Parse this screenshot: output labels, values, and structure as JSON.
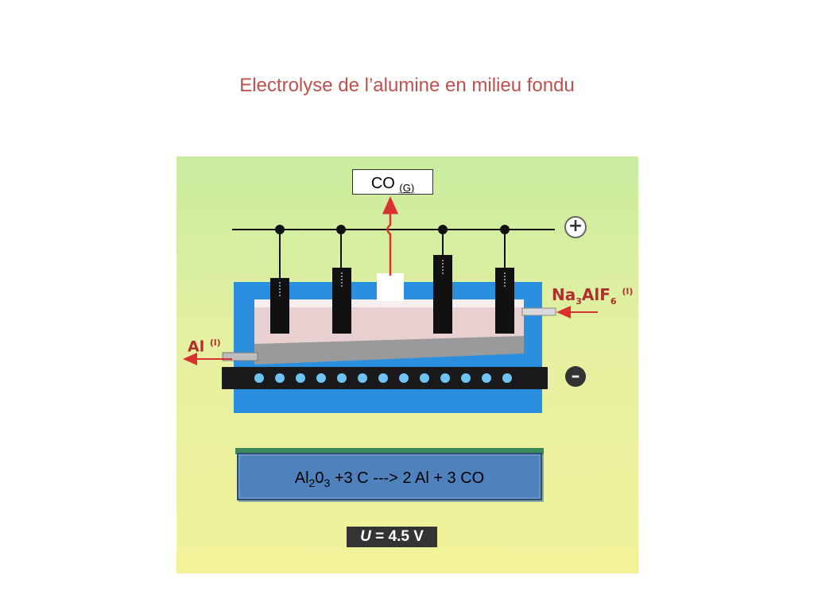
{
  "title": "Electrolyse de l’alumine en milieu fondu",
  "diagram": {
    "gas_label": "CO",
    "gas_state": "(G)",
    "cryolite_label": {
      "a": "Na",
      "b": "3",
      "c": "AlF",
      "d": "6",
      "e": "(l)"
    },
    "aluminium_label": {
      "a": "Al",
      "b": "(l)"
    },
    "plus_sign": "+",
    "minus_sign": "–",
    "equation": {
      "p1": "Al",
      "s1": "2",
      "p2": "0",
      "s2": "3",
      "p3": " +3 C ---> 2 Al + 3 CO"
    },
    "voltage": {
      "symbol": "U",
      "value": "= 4.5 V"
    }
  },
  "colors": {
    "title": "#c0504d",
    "cell_wall": "#2b8fe0",
    "bath": "#e8c9c9",
    "anode": "#111111",
    "arrows": "#d93030",
    "equation_box": "#4f81bd"
  },
  "icons": [
    "up-arrow-icon",
    "left-arrow-icon",
    "plus-icon",
    "minus-icon"
  ]
}
